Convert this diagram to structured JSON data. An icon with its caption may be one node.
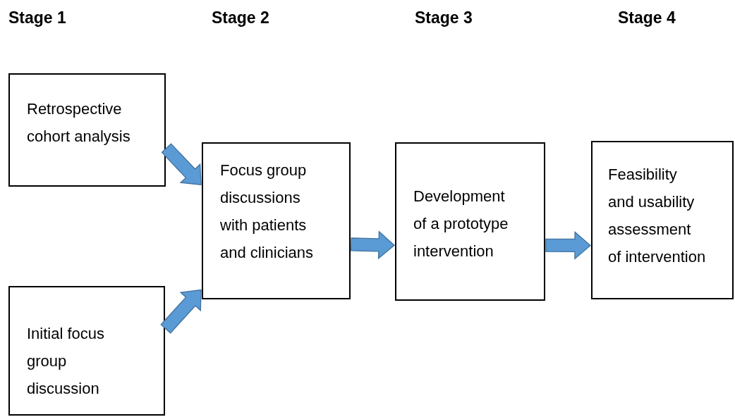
{
  "diagram": {
    "nodes": [
      {
        "text": [
          "Retrospective cohort analysis"
        ]
      },
      {
        "text": [
          "Initial focus group discussion"
        ]
      },
      {
        "text": [
          "Focus group discussions with patients and clinicians"
        ]
      },
      {
        "text": [
          "Development of a prototype intervention"
        ]
      },
      {
        "text": [
          "Feasibility and usability assessment of intervention"
        ]
      }
    ],
    "edges": [
      {
        "from": 0,
        "to": 2,
        "arrow": "to"
      },
      {
        "from": 1,
        "to": 2,
        "arrow": "to"
      },
      {
        "from": 2,
        "to": 3,
        "arrow": "to"
      },
      {
        "from": 3,
        "to": 4,
        "arrow": "to"
      }
    ],
    "labels": [
      "Stage 1",
      "Stage 2",
      "Stage 3",
      "Stage 4"
    ]
  }
}
